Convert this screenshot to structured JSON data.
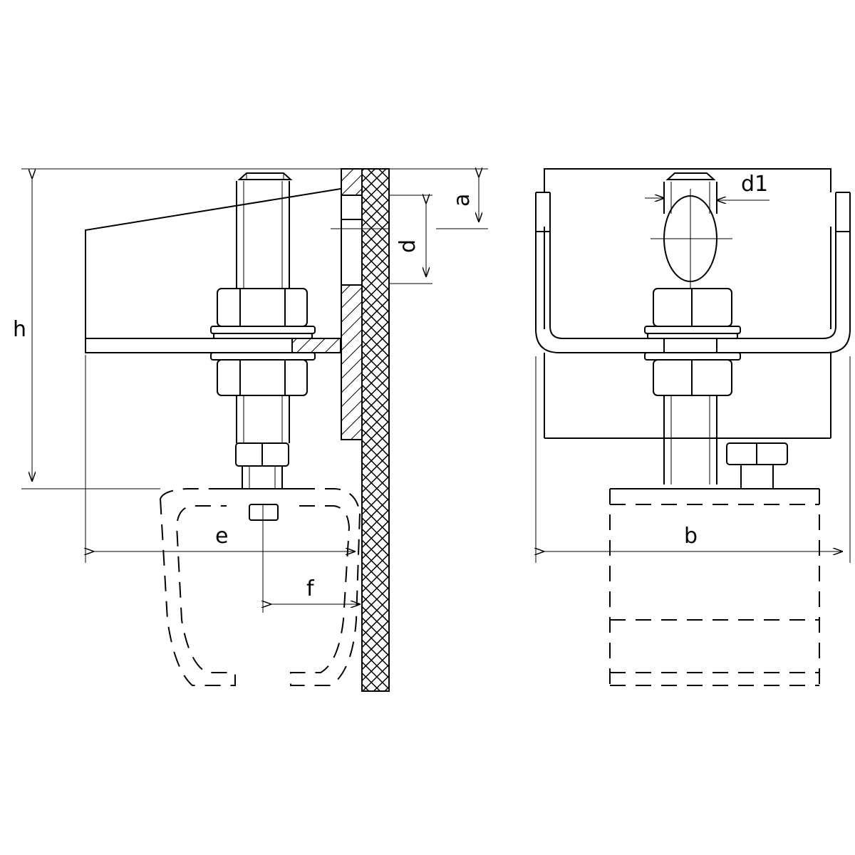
{
  "labels": {
    "h": "h",
    "a": "a",
    "d": "d",
    "d1": "d1",
    "e": "e",
    "f": "f",
    "b": "b"
  }
}
